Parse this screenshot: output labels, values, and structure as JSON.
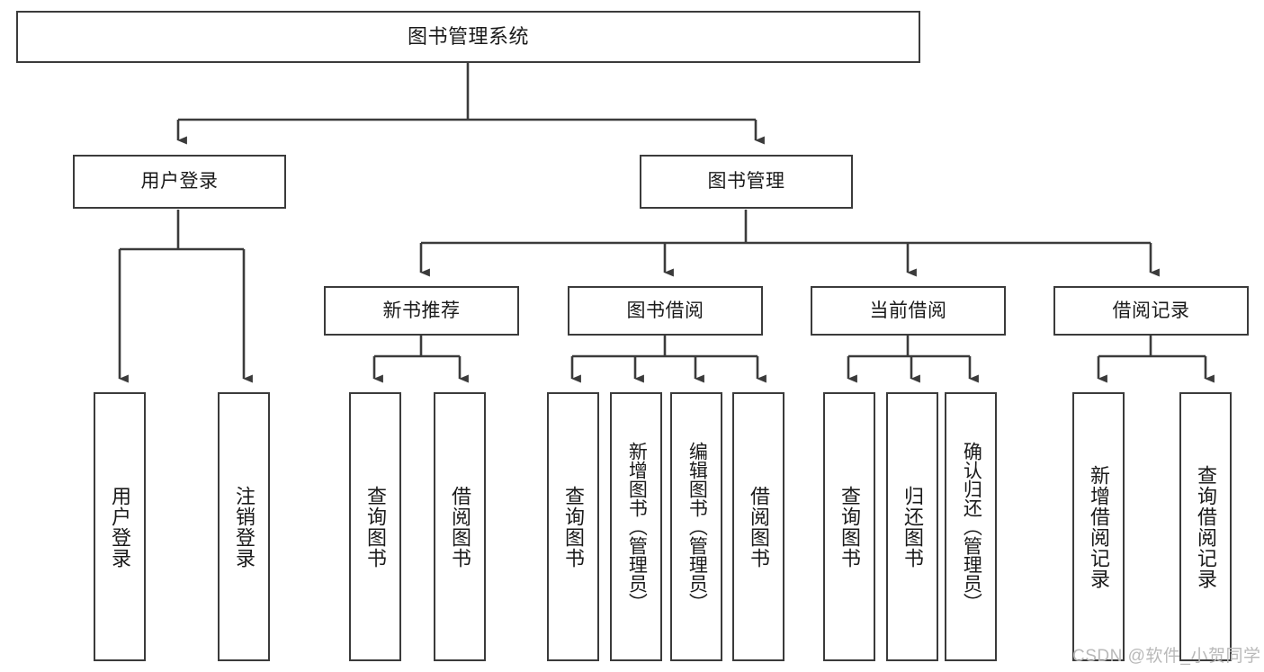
{
  "diagram": {
    "type": "tree-hierarchy",
    "title": "图书管理系统",
    "watermark": "CSDN @软件_小贺同学",
    "colors": {
      "box_border": "#3b3b3b",
      "box_fill": "#ffffff",
      "connector": "#3b3b3b",
      "text": "#1a1a1a",
      "watermark": "#b9b9b9"
    },
    "nodes": {
      "root": {
        "label": "图书管理系统"
      },
      "level2": [
        {
          "label": "用户登录"
        },
        {
          "label": "图书管理"
        }
      ],
      "level3": [
        {
          "label": "新书推荐"
        },
        {
          "label": "图书借阅"
        },
        {
          "label": "当前借阅"
        },
        {
          "label": "借阅记录"
        }
      ],
      "leaves": {
        "user_login": [
          {
            "label": "用户登录"
          },
          {
            "label": "注销登录"
          }
        ],
        "new_book_recommend": [
          {
            "label": "查询图书"
          },
          {
            "label": "借阅图书"
          }
        ],
        "book_borrow": [
          {
            "label": "查询图书"
          },
          {
            "label": "新增图书（管理员）"
          },
          {
            "label": "编辑图书（管理员）"
          },
          {
            "label": "借阅图书"
          }
        ],
        "current_borrow": [
          {
            "label": "查询图书"
          },
          {
            "label": "归还图书"
          },
          {
            "label": "确认归还（管理员）"
          }
        ],
        "borrow_record": [
          {
            "label": "新增借阅记录"
          },
          {
            "label": "查询借阅记录"
          }
        ]
      }
    }
  }
}
